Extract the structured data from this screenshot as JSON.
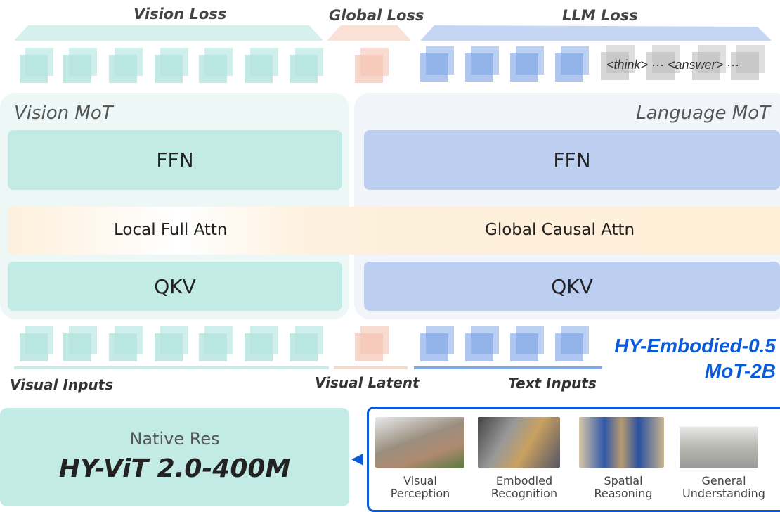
{
  "losses": {
    "vision": "Vision Loss",
    "global": "Global Loss",
    "llm": "LLM Loss"
  },
  "output_tokens": {
    "think": "<think> ··· <answer> ···"
  },
  "vision_mot": {
    "label": "Vision MoT",
    "ffn": "FFN",
    "qkv": "QKV"
  },
  "language_mot": {
    "label": "Language MoT",
    "ffn": "FFN",
    "qkv": "QKV"
  },
  "attention": {
    "local": "Local Full Attn",
    "global": "Global Causal Attn"
  },
  "inputs": {
    "visual": "Visual Inputs",
    "latent": "Visual Latent",
    "text": "Text Inputs"
  },
  "model_name": {
    "line1": "HY-Embodied-0.5",
    "line2": "MoT-2B"
  },
  "vit": {
    "subtitle": "Native Res",
    "title": "HY-ViT 2.0-400M"
  },
  "tasks": [
    {
      "line1": "Visual",
      "line2": "Perception"
    },
    {
      "line1": "Embodied",
      "line2": "Recognition"
    },
    {
      "line1": "Spatial",
      "line2": "Reasoning"
    },
    {
      "line1": "General",
      "line2": "Understanding"
    }
  ],
  "colors": {
    "vision": "#c2ebe6",
    "global": "#f8d3c6",
    "language": "#bccff1",
    "accent": "#0b5bd8"
  }
}
